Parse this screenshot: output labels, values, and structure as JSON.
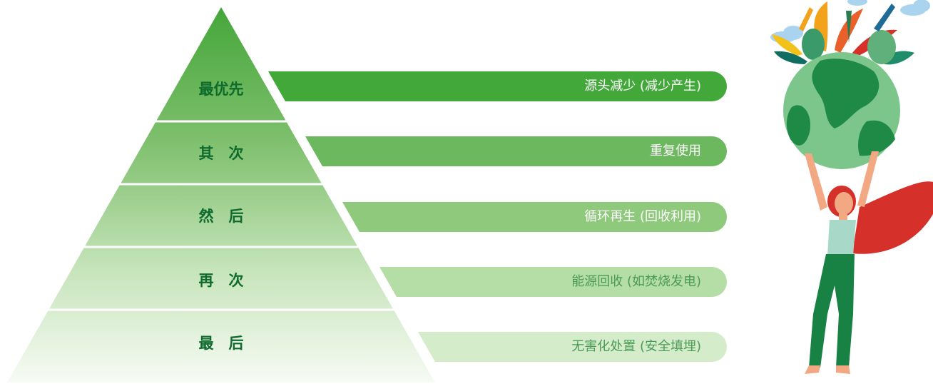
{
  "hierarchy": {
    "levels": [
      {
        "priority": "最优先",
        "action": "源头减少 (减少产生)",
        "bar_color": "#43a83a",
        "label_color": "#ffffff"
      },
      {
        "priority": "其　次",
        "action": "重复使用",
        "bar_color": "#6cb85f",
        "label_color": "#ffffff"
      },
      {
        "priority": "然　后",
        "action": "循环再生 (回收利用)",
        "bar_color": "#8ec97c",
        "label_color": "#ffffff"
      },
      {
        "priority": "再　次",
        "action": "能源回收 (如焚烧发电)",
        "bar_color": "#b5dea6",
        "label_color": "#4b9a57"
      },
      {
        "priority": "最　后",
        "action": "无害化处置 (安全填埋)",
        "bar_color": "#d4ecca",
        "label_color": "#4b9a57"
      }
    ]
  },
  "colors": {
    "pyramid_top": "#4aa83d",
    "pyramid_bottom": "#f6fbf4",
    "tier_text": "#0e6b2d",
    "globe_ocean": "#7cc58b",
    "globe_land": "#1e8a45",
    "cape": "#d6302a",
    "body": "#178243"
  },
  "illustration": {
    "icon": "woman-holding-earth-icon"
  }
}
